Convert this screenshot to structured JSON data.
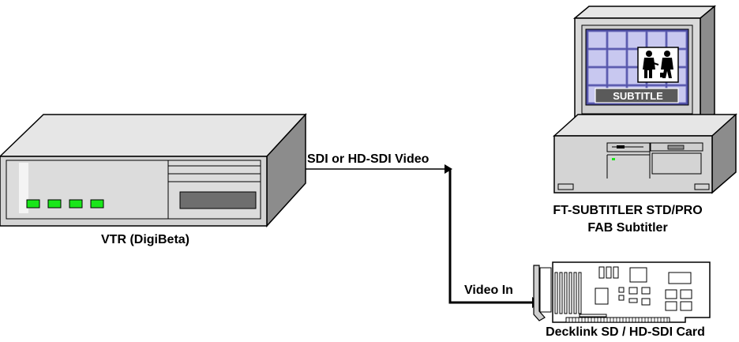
{
  "diagram": {
    "vtr": {
      "label": "VTR (DigiBeta)"
    },
    "connection_sdi": {
      "label": "SDI or HD-SDI Video"
    },
    "connection_video_in": {
      "label": "Video In"
    },
    "computer": {
      "screen_text": "SUBTITLE",
      "label_line1": "FT-SUBTITLER STD/PRO",
      "label_line2": "FAB Subtitler"
    },
    "card": {
      "label": "Decklink SD / HD-SDI Card"
    }
  }
}
